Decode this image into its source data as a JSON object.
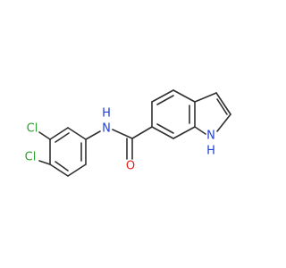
{
  "atoms": {
    "cl_top": {
      "label": "Cl",
      "color": "#2ca02c"
    },
    "cl_bottom": {
      "label": "Cl",
      "color": "#2ca02c"
    },
    "amide_n": {
      "label": "N",
      "color": "#1f3fd6"
    },
    "amide_h": {
      "label": "H",
      "color": "#1f3fd6"
    },
    "carbonyl_o": {
      "label": "O",
      "color": "#e02020"
    },
    "indole_n": {
      "label": "N",
      "color": "#1f3fd6"
    },
    "indole_h": {
      "label": "H",
      "color": "#1f3fd6"
    }
  },
  "bond_color": "#303030"
}
